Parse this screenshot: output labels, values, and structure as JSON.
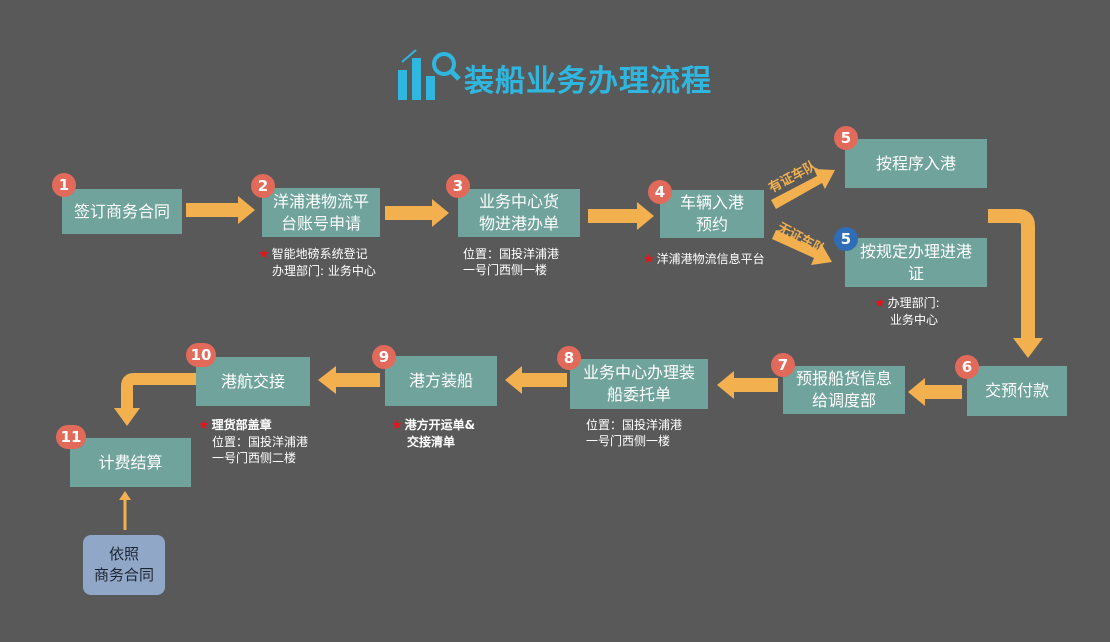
{
  "title": "装船业务办理流程",
  "title_icon": "chart-search-icon",
  "colors": {
    "background": "#595959",
    "box": "#6fa39c",
    "arrow": "#f2b04f",
    "badge": "#e26a5a",
    "badge_alt": "#2f6db6",
    "title": "#2fb7e0",
    "star": "#e8141b"
  },
  "steps": [
    {
      "num": "1",
      "label": "签订商务合同"
    },
    {
      "num": "2",
      "label": "洋浦港物流平台账号申请"
    },
    {
      "num": "3",
      "label": "业务中心货物进港办单"
    },
    {
      "num": "4",
      "label": "车辆入港预约"
    },
    {
      "num": "5",
      "label": "按程序入港"
    },
    {
      "num": "5",
      "label": "按规定办理进港证"
    },
    {
      "num": "6",
      "label": "交预付款"
    },
    {
      "num": "7",
      "label": "预报船货信息给调度部"
    },
    {
      "num": "8",
      "label": "业务中心办理装船委托单"
    },
    {
      "num": "9",
      "label": "港方装船"
    },
    {
      "num": "10",
      "label": "港航交接"
    },
    {
      "num": "11",
      "label": "计费结算"
    }
  ],
  "notes": {
    "n2_line1": "智能地磅系统登记",
    "n2_line2": "办理部门: 业务中心",
    "n3_line1": "位置：国投洋浦港",
    "n3_line2": "一号门西侧一楼",
    "n4_line1": "洋浦港物流信息平台",
    "n5_line1": "办理部门:",
    "n5_line2": "业务中心",
    "n8_line1": "位置：国投洋浦港",
    "n8_line2": "一号门西侧一楼",
    "n9_line1": "港方开运单&",
    "n9_line2": "交接清单",
    "n10_line1": "理货部盖章",
    "n10_line2": "位置：国投洋浦港",
    "n10_line3": "一号门西侧二楼"
  },
  "branch_labels": {
    "with_permit": "有证车队",
    "without_permit": "无证车队"
  },
  "basis": {
    "line1": "依照",
    "line2": "商务合同"
  }
}
